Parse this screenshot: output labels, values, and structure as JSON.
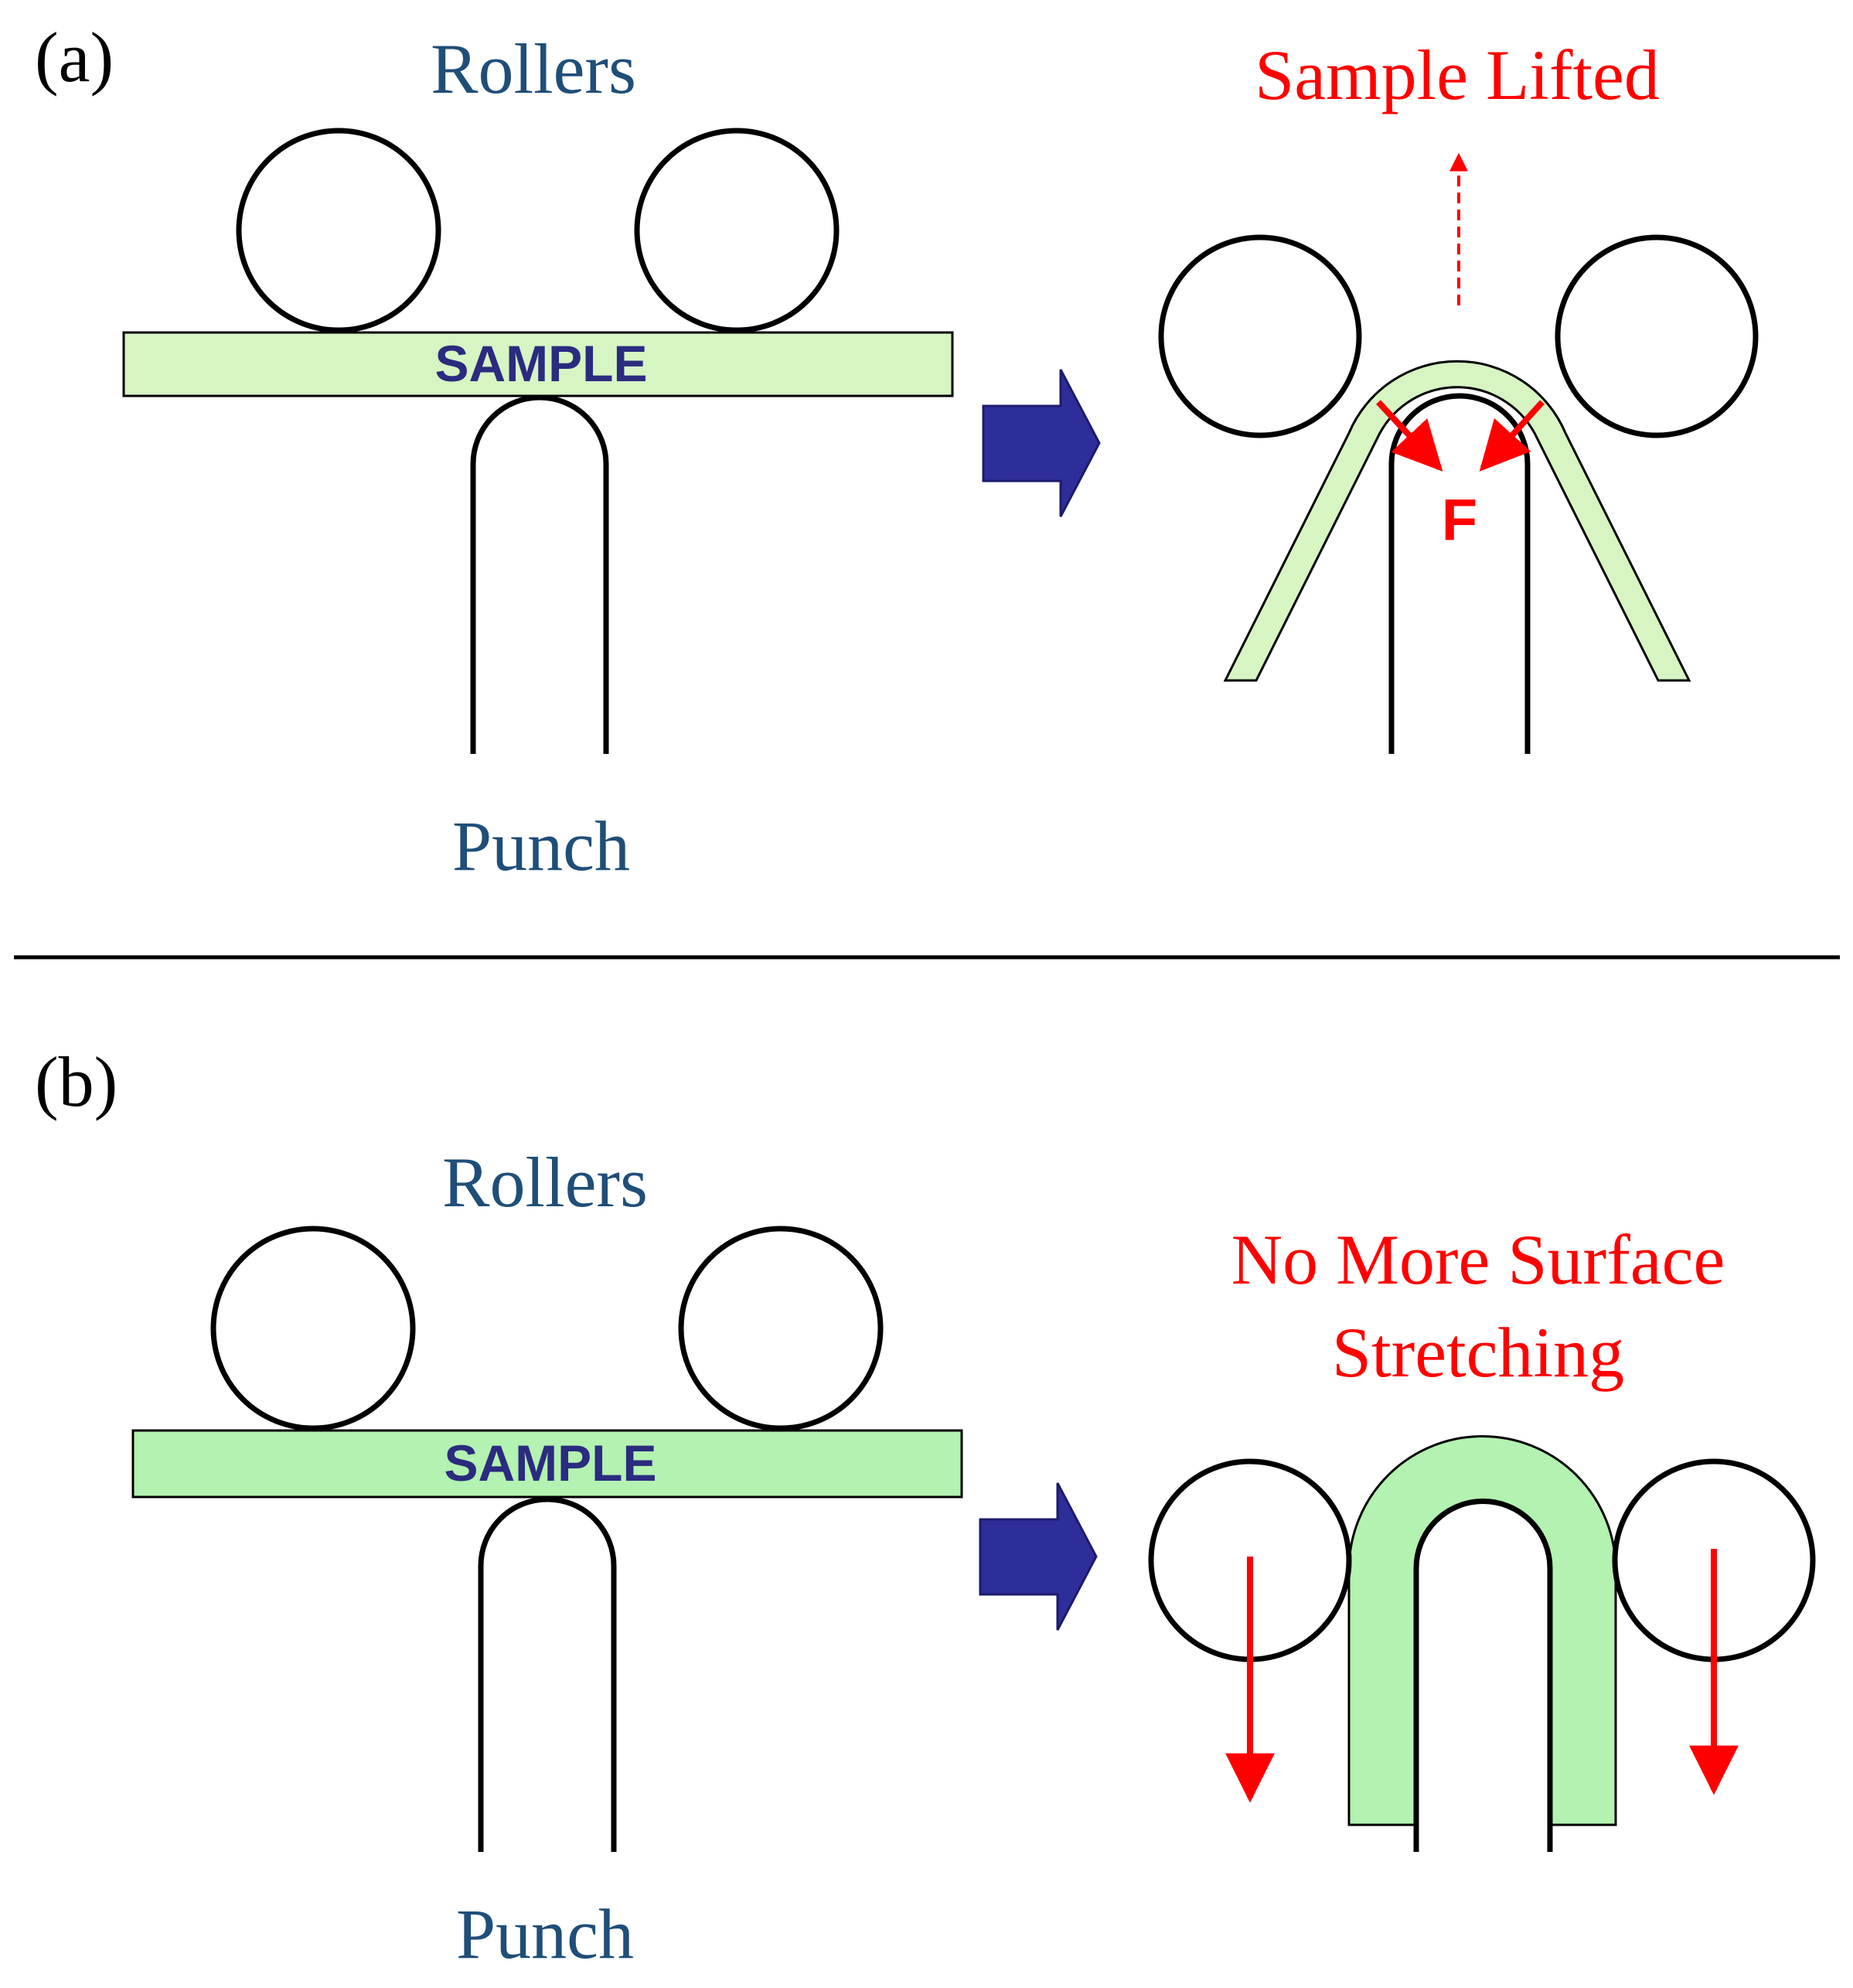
{
  "panel_a": {
    "letter": "(a)",
    "rollers_label": "Rollers",
    "sample_label": "SAMPLE",
    "punch_label": "Punch",
    "result_label": "Sample Lifted",
    "force_label": "F"
  },
  "panel_b": {
    "letter": "(b)",
    "rollers_label": "Rollers",
    "sample_label": "SAMPLE",
    "punch_label": "Punch",
    "result_label_line1": "No More Surface",
    "result_label_line2": "Stretching"
  },
  "colors": {
    "sample_fill_a": "#d6f5c3",
    "sample_fill_b": "#b3f2b0",
    "label_blue": "#1f4e79",
    "annotation_red": "#ff0000",
    "arrow_navy": "#2e2e9a"
  },
  "icons": [
    "next-step-arrow",
    "force-arrow",
    "lift-arrow",
    "pull-down-arrow"
  ]
}
